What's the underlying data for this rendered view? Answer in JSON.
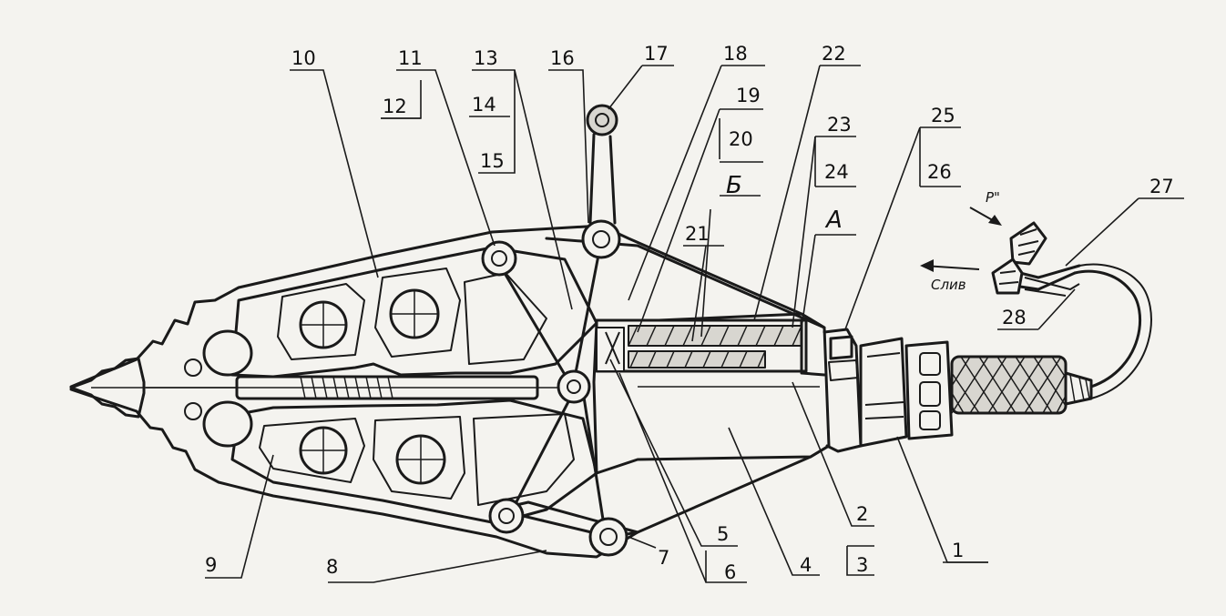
{
  "labels": {
    "l1": "1",
    "l2": "2",
    "l3": "3",
    "l4": "4",
    "l5": "5",
    "l6": "6",
    "l7": "7",
    "l8": "8",
    "l9": "9",
    "l10": "10",
    "l11": "11",
    "l12": "12",
    "l13": "13",
    "l14": "14",
    "l15": "15",
    "l16": "16",
    "l17": "17",
    "l18": "18",
    "l19": "19",
    "l20": "20",
    "l21": "21",
    "l22": "22",
    "l23": "23",
    "l24": "24",
    "l25": "25",
    "l26": "26",
    "l27": "27",
    "l28": "28",
    "lA": "A",
    "lB": "Б",
    "lP": "P\"",
    "lSliv": "Слив"
  },
  "colors": {
    "ink": "#1a1a1a",
    "paper": "#f4f3ef"
  }
}
